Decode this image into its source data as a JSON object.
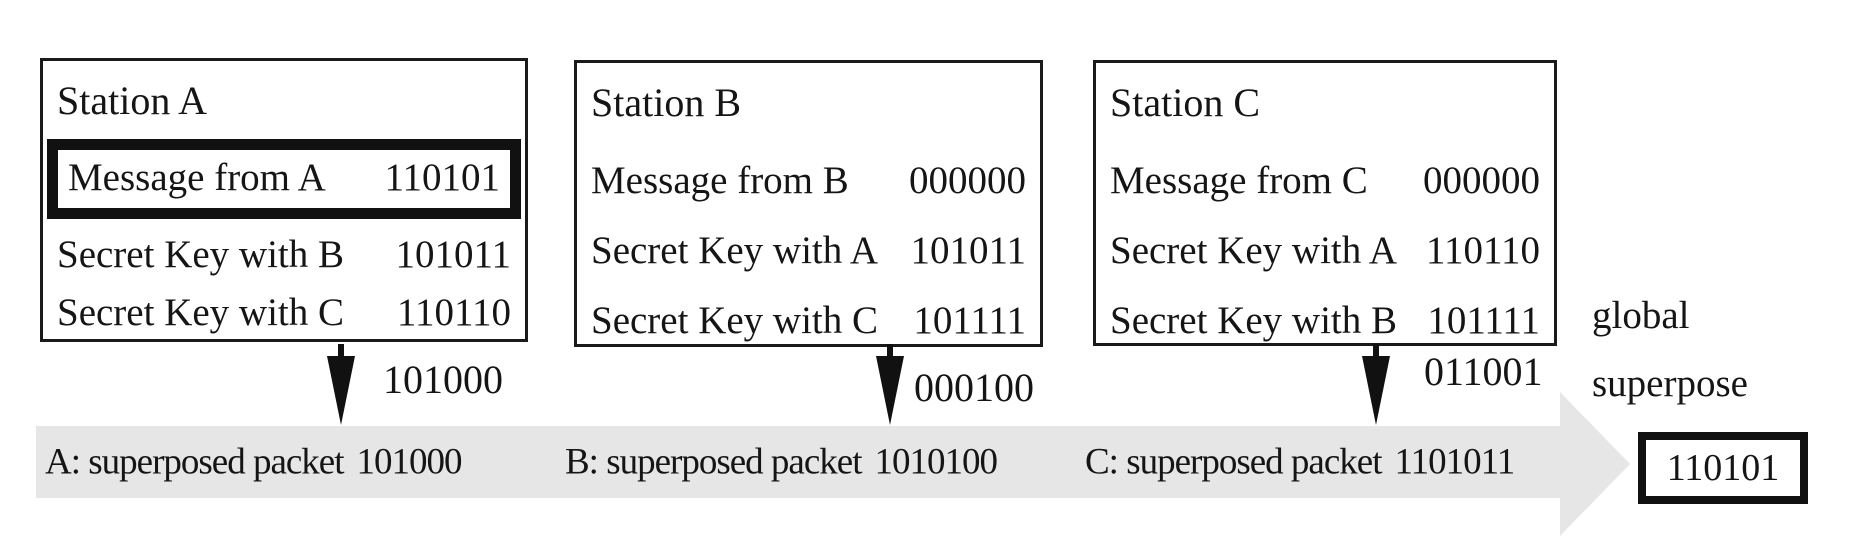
{
  "stations": [
    {
      "name": "Station A",
      "message": {
        "label": "Message from A",
        "value": "110101",
        "emphasized": true
      },
      "keys": [
        {
          "label": "Secret Key with B",
          "value": "101011"
        },
        {
          "label": "Secret Key with C",
          "value": "110110"
        }
      ],
      "sent_bits": "101000"
    },
    {
      "name": "Station B",
      "message": {
        "label": "Message from B",
        "value": "000000",
        "emphasized": false
      },
      "keys": [
        {
          "label": "Secret Key with A",
          "value": "101011"
        },
        {
          "label": "Secret Key with C",
          "value": "101111"
        }
      ],
      "sent_bits": "000100"
    },
    {
      "name": "Station C",
      "message": {
        "label": "Message from C",
        "value": "000000",
        "emphasized": false
      },
      "keys": [
        {
          "label": "Secret Key with A",
          "value": "110110"
        },
        {
          "label": "Secret Key with B",
          "value": "101111"
        }
      ],
      "sent_bits": "011001"
    }
  ],
  "global_superpose": {
    "line1": "global",
    "line2": "superpose"
  },
  "channel": {
    "packets": [
      {
        "label": "A: superposed packet",
        "value": "101000"
      },
      {
        "label": "B: superposed packet",
        "value": "1010100"
      },
      {
        "label": "C: superposed packet",
        "value": "1101011"
      }
    ],
    "result": "110101"
  },
  "icons": {
    "down_arrow": "↓",
    "right_arrow": "→"
  },
  "colors": {
    "background": "#ffffff",
    "text": "#151515",
    "box_border": "#1a1a1a",
    "emphasis_border": "#111111",
    "channel_band": "#e6e6e6"
  }
}
